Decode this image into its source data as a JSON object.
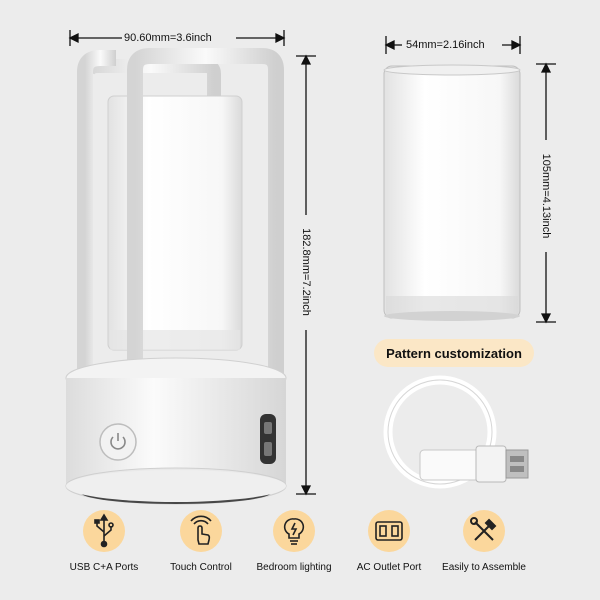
{
  "dimensions": {
    "lamp_width": "90.60mm=3.6inch",
    "lamp_height": "182.8mm=7.2inch",
    "shade_width": "54mm=2.16inch",
    "shade_height": "105mm=4.13inch"
  },
  "badge": {
    "label": "Pattern customization"
  },
  "features": [
    {
      "label": "USB C+A Ports",
      "icon": "usb-icon"
    },
    {
      "label": "Touch Control",
      "icon": "touch-icon"
    },
    {
      "label": "Bedroom lighting",
      "icon": "bulb-icon"
    },
    {
      "label": "AC Outlet Port",
      "icon": "outlet-icon"
    },
    {
      "label": "Easily to Assemble",
      "icon": "tools-icon"
    }
  ],
  "colors": {
    "background": "#ececec",
    "accent": "#fbd79c",
    "badge": "#fbe7c6",
    "lamp_body": "#f6f6f6"
  }
}
